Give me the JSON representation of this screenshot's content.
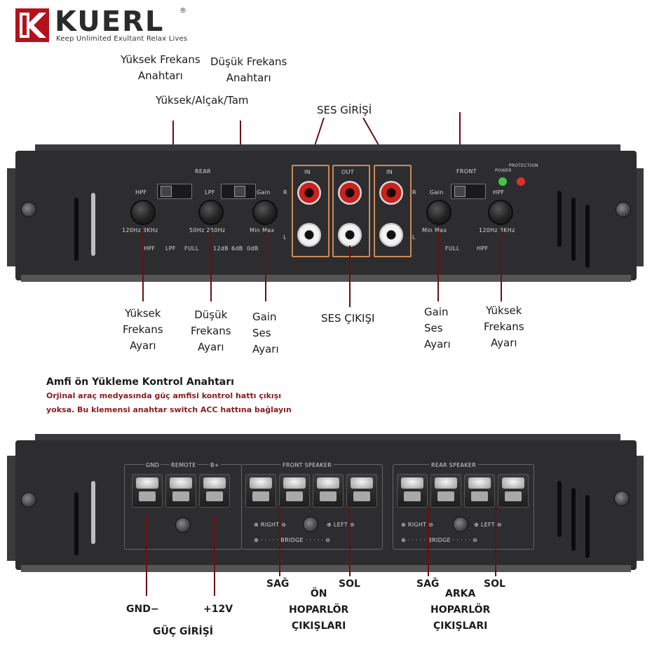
{
  "brand": {
    "name": "KUERL",
    "registered": "®",
    "slogan": "Keep Unlimited Exultant Relax Lives"
  },
  "top_callouts": {
    "high_freq_switch": [
      "Yüksek Frekans",
      "Anahtarı"
    ],
    "low_freq_switch": [
      "Düşük Frekans",
      "Anahtarı"
    ],
    "switch_modes": "Yüksek/Alçak/Tam",
    "audio_input": "SES GİRİŞİ",
    "high_freq_adjust_left": [
      "Yüksek",
      "Frekans",
      "Ayarı"
    ],
    "low_freq_adjust": [
      "Düşük",
      "Frekans",
      "Ayarı"
    ],
    "gain_left": [
      "Gain",
      "Ses",
      "Ayarı"
    ],
    "audio_output": "SES ÇIKIŞI",
    "gain_right": [
      "Gain",
      "Ses",
      "Ayarı"
    ],
    "high_freq_adjust_right": [
      "Yüksek",
      "Frekans",
      "Ayarı"
    ]
  },
  "top_panel": {
    "rear": "REAR",
    "front": "FRONT",
    "hpf": "HPF",
    "lpf": "LPF",
    "gain": "Gain",
    "hpf_range": "120Hz 3KHz",
    "lpf_range": "50Hz 250Hz",
    "gain_range": "Min  Max",
    "switch_positions_left": [
      "HPF",
      "LPF",
      "FULL"
    ],
    "switch_positions_right": [
      "FULL",
      "HPF"
    ],
    "bass_boost": [
      "12dB",
      "6dB",
      "0dB"
    ],
    "in": "IN",
    "out": "OUT",
    "r": "R",
    "l": "L",
    "power": "POWER",
    "protection": "PROTECTION"
  },
  "note": {
    "title": "Amfi ön Yükleme Kontrol Anahtarı",
    "line1": "Orjinal araç medyasında güç amfisi kontrol hattı çıkışı",
    "line2": "yoksa. Bu klemensi anahtar switch ACC hattına bağlayın",
    "color": "#8b1a1f"
  },
  "bottom_panel": {
    "gnd": "GND",
    "remote": "REMOTE",
    "b_plus": "B+",
    "front_speaker": "FRONT SPEAKER",
    "rear_speaker": "REAR SPEAKER",
    "right": "⊕ RIGHT ⊖",
    "left": "⊕ LEFT ⊖",
    "bridge": "⊕ · · · · · BRIDGE · · · · · ⊖"
  },
  "bottom_callouts": {
    "gnd": "GND−",
    "plus12": "+12V",
    "power_input": "GÜÇ GİRİŞİ",
    "front_right": "SAĞ",
    "front_left": "SOL",
    "front_outputs": [
      "ÖN",
      "HOPARLÖR",
      "ÇIKIŞLARI"
    ],
    "rear_right": "SAĞ",
    "rear_left": "SOL",
    "rear_outputs": [
      "ARKA",
      "HOPARLÖR",
      "ÇIKIŞLARI"
    ]
  },
  "colors": {
    "leader_line": "#6b0f12",
    "brand_red": "#b3121c",
    "rca_box": "#c98a5a",
    "chassis": "#2d2d2f"
  }
}
